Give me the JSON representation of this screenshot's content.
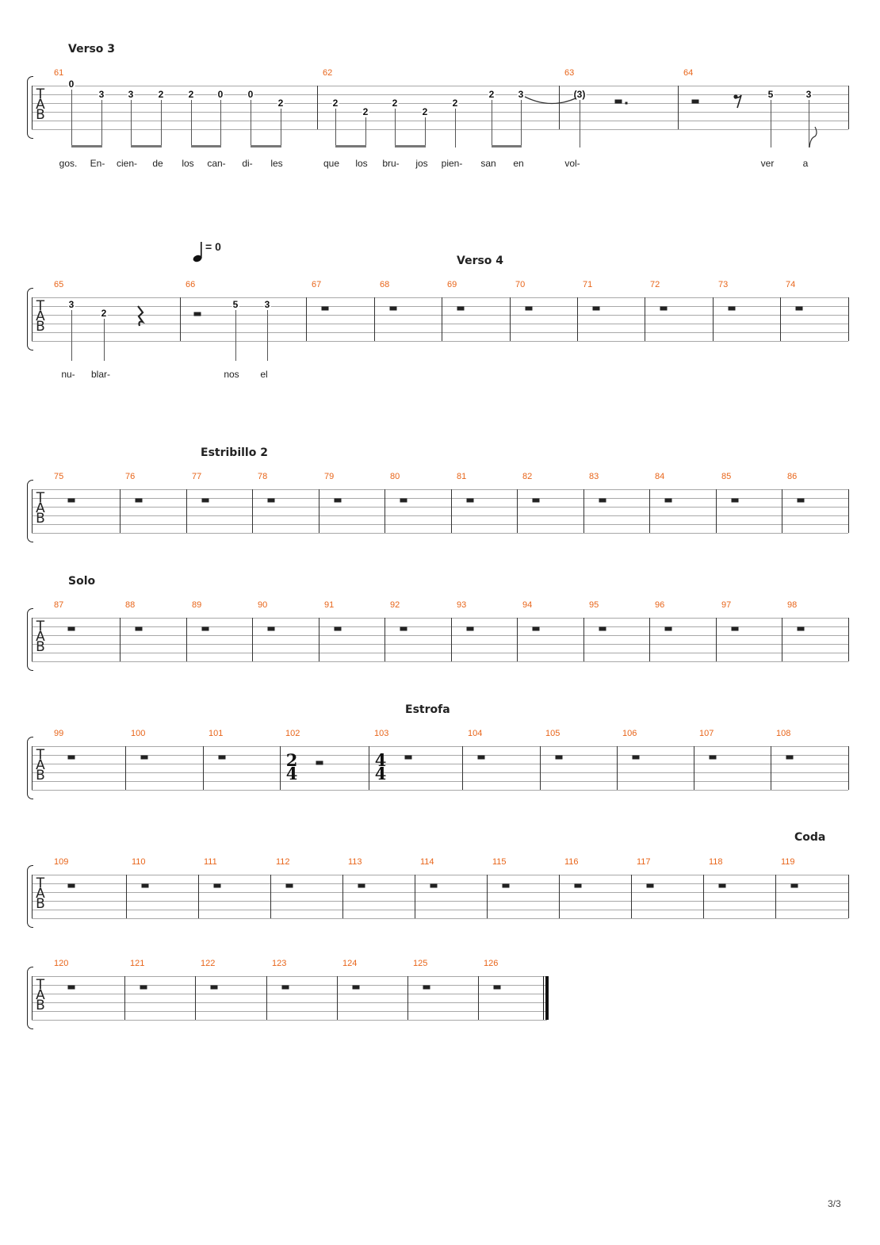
{
  "page_number": "3/3",
  "tempo": {
    "value": "= 0",
    "note_icon": "quarter-note-icon"
  },
  "sections": [
    {
      "label": "Verso 3"
    },
    {
      "label": "Verso 4"
    },
    {
      "label": "Estribillo 2"
    },
    {
      "label": "Solo"
    },
    {
      "label": "Estrofa"
    },
    {
      "label": "Coda"
    }
  ],
  "clef": [
    "T",
    "A",
    "B"
  ],
  "time_signatures": [
    {
      "top": "2",
      "bottom": "4"
    },
    {
      "top": "4",
      "bottom": "4"
    }
  ],
  "systems": [
    {
      "measures": [
        "61",
        "62",
        "63",
        "64"
      ],
      "frets": [
        "0",
        "3",
        "3",
        "2",
        "2",
        "0",
        "0",
        "2",
        "2",
        "2",
        "2",
        "2",
        "2",
        "2",
        "3",
        "(3)",
        "5",
        "3"
      ],
      "lyrics": [
        "gos.",
        "En-",
        "cien-",
        "de",
        "los",
        "can-",
        "di-",
        "les",
        "que",
        "los",
        "bru-",
        "jos",
        "pien-",
        "san",
        "en",
        "vol-",
        "ver",
        "a"
      ]
    },
    {
      "measures": [
        "65",
        "66",
        "67",
        "68",
        "69",
        "70",
        "71",
        "72",
        "73",
        "74"
      ],
      "frets": [
        "3",
        "2",
        "5",
        "3"
      ],
      "lyrics": [
        "nu-",
        "blar-",
        "nos",
        "el"
      ]
    },
    {
      "measures": [
        "75",
        "76",
        "77",
        "78",
        "79",
        "80",
        "81",
        "82",
        "83",
        "84",
        "85",
        "86"
      ]
    },
    {
      "measures": [
        "87",
        "88",
        "89",
        "90",
        "91",
        "92",
        "93",
        "94",
        "95",
        "96",
        "97",
        "98"
      ]
    },
    {
      "measures": [
        "99",
        "100",
        "101",
        "102",
        "103",
        "104",
        "105",
        "106",
        "107",
        "108"
      ]
    },
    {
      "measures": [
        "109",
        "110",
        "111",
        "112",
        "113",
        "114",
        "115",
        "116",
        "117",
        "118",
        "119"
      ]
    },
    {
      "measures": [
        "120",
        "121",
        "122",
        "123",
        "124",
        "125",
        "126"
      ]
    }
  ]
}
